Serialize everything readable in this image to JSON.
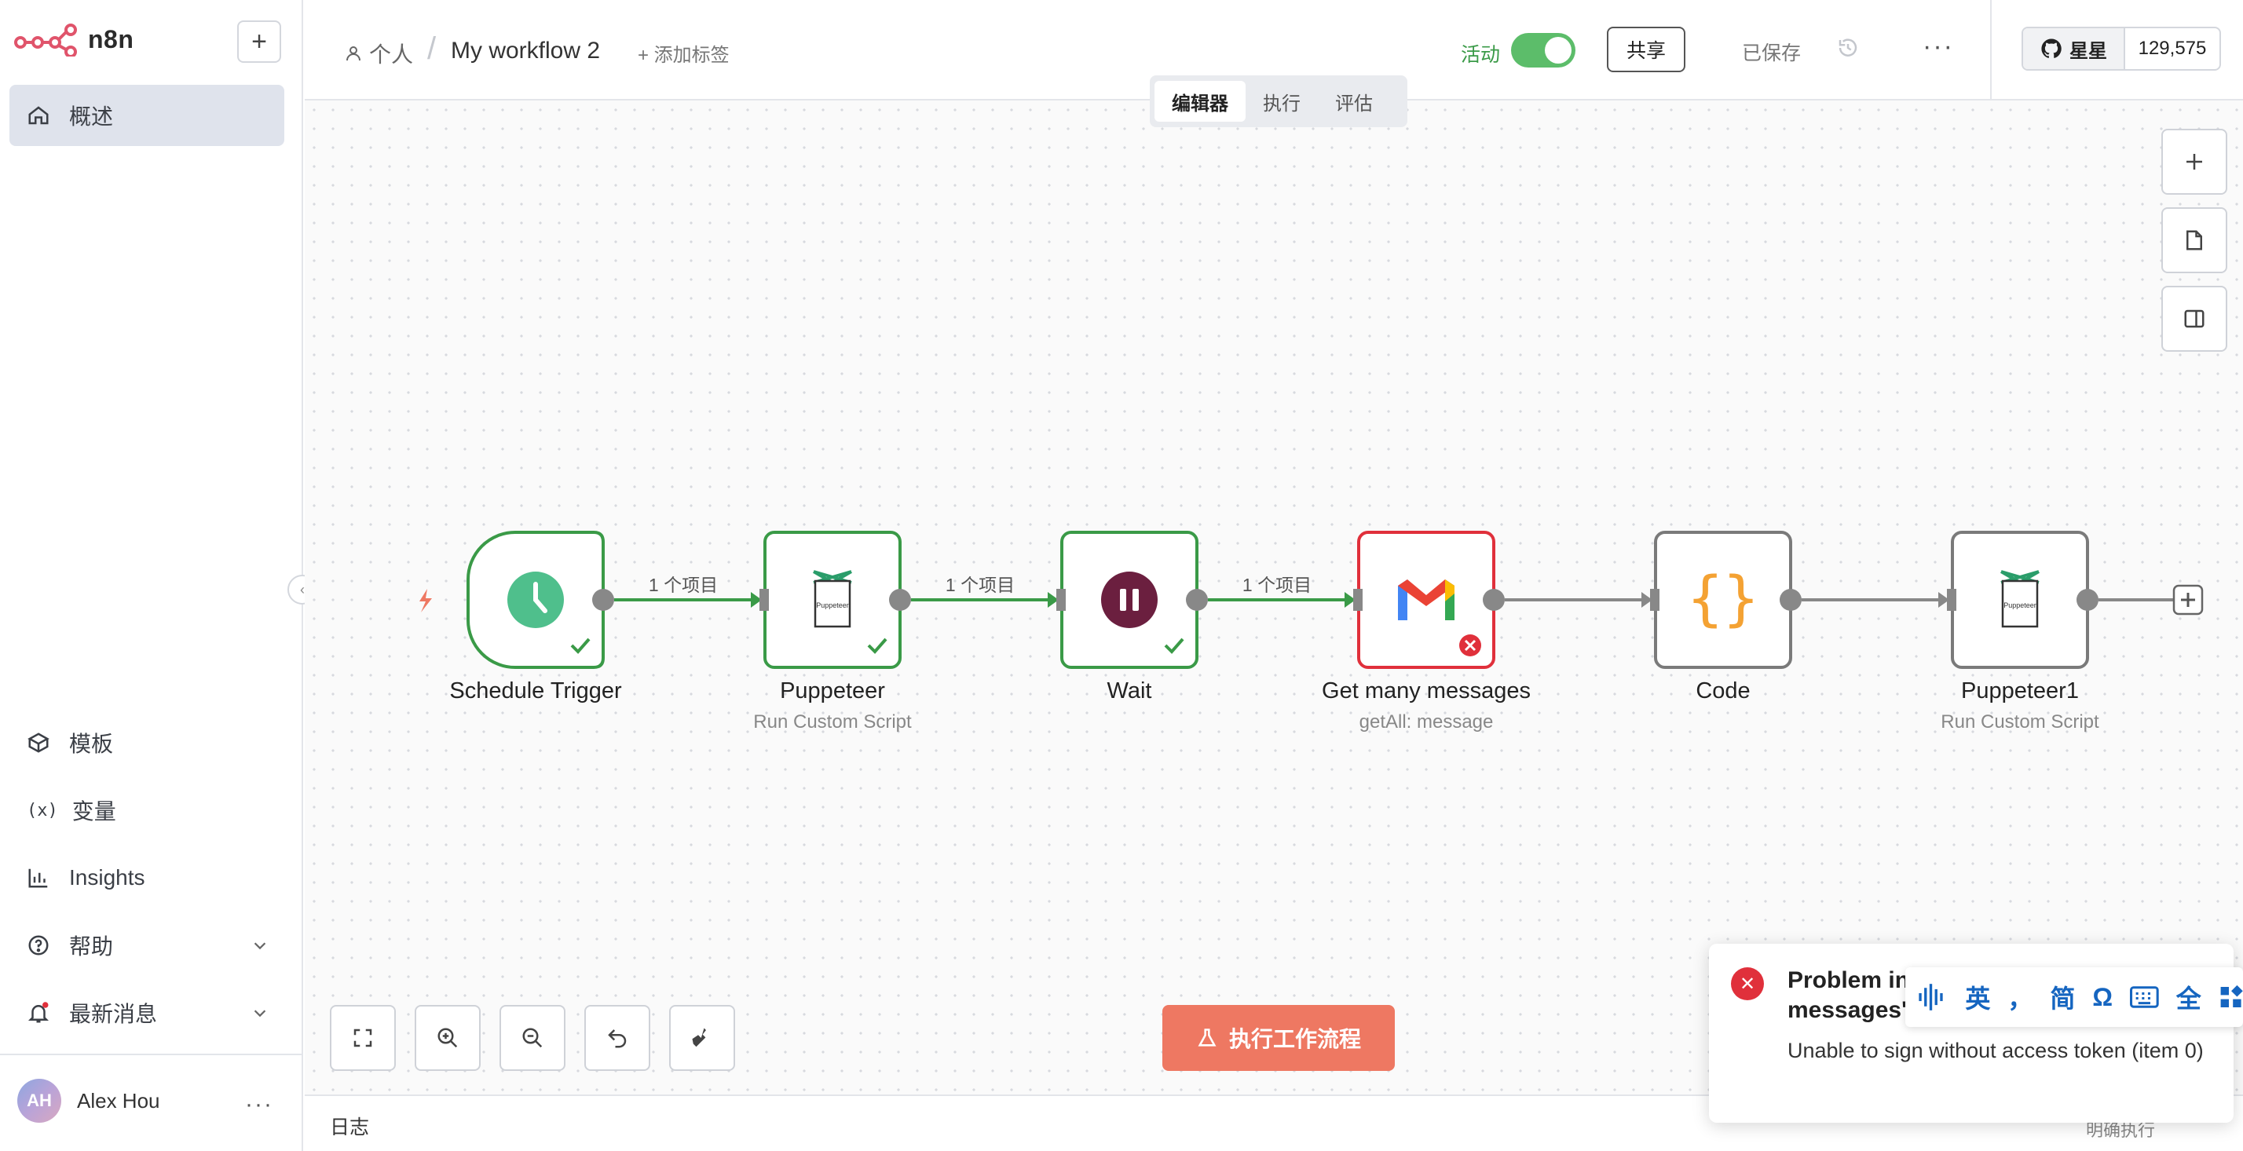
{
  "app": {
    "name": "n8n"
  },
  "sidebar": {
    "overview": "概述",
    "bottom_items": [
      {
        "label": "模板",
        "icon": "box-icon"
      },
      {
        "label": "变量",
        "icon": "variable-icon"
      },
      {
        "label": "Insights",
        "icon": "chart-icon"
      },
      {
        "label": "帮助",
        "icon": "help-icon"
      },
      {
        "label": "最新消息",
        "icon": "bell-icon"
      }
    ],
    "user": {
      "initials": "AH",
      "name": "Alex Hou"
    }
  },
  "header": {
    "project": "个人",
    "workflow_name": "My workflow 2",
    "add_tag": "+ 添加标签",
    "active_label": "活动",
    "share_label": "共享",
    "saved_label": "已保存",
    "github_star": "星星",
    "github_count": "129,575"
  },
  "tabs": [
    {
      "label": "编辑器",
      "active": true
    },
    {
      "label": "执行",
      "active": false
    },
    {
      "label": "评估",
      "active": false
    }
  ],
  "nodes": [
    {
      "title": "Schedule Trigger",
      "subtitle": "",
      "icon": "clock-icon",
      "status": "success"
    },
    {
      "title": "Puppeteer",
      "subtitle": "Run Custom Script",
      "icon": "puppeteer-icon",
      "status": "success"
    },
    {
      "title": "Wait",
      "subtitle": "",
      "icon": "pause-icon",
      "status": "success"
    },
    {
      "title": "Get many messages",
      "subtitle": "getAll: message",
      "icon": "gmail-icon",
      "status": "error"
    },
    {
      "title": "Code",
      "subtitle": "",
      "icon": "code-braces-icon",
      "status": "idle"
    },
    {
      "title": "Puppeteer1",
      "subtitle": "Run Custom Script",
      "icon": "puppeteer-icon",
      "status": "idle"
    }
  ],
  "edges": [
    {
      "label": "1 个项目"
    },
    {
      "label": "1 个项目"
    },
    {
      "label": "1 个项目"
    },
    {
      "label": ""
    },
    {
      "label": ""
    }
  ],
  "puppeteer_label": "Puppeteer",
  "canvas": {
    "execute_label": "执行工作流程"
  },
  "log": {
    "label": "日志",
    "right_text": "明确执行"
  },
  "toast": {
    "title": "Problem in node 'Get many messages'",
    "message": "Unable to sign without access token (item 0)"
  },
  "ime": [
    "英",
    "，",
    "简",
    "Ω",
    "全"
  ],
  "colors": {
    "success": "#3a9a47",
    "error": "#e0303b",
    "accent": "#ee7862",
    "idle": "#7a7a7a"
  }
}
